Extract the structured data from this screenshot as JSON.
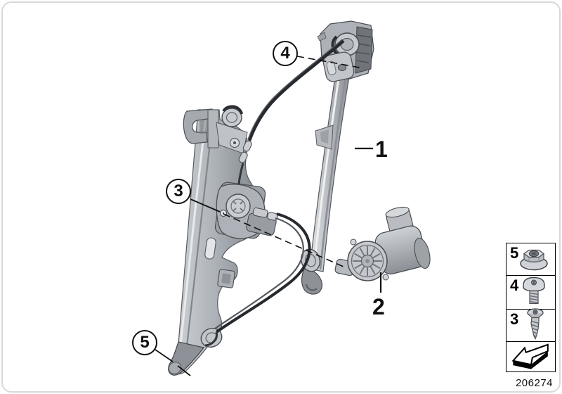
{
  "callouts": {
    "c1": {
      "label": "1"
    },
    "c2": {
      "label": "2"
    },
    "c3": {
      "label": "3"
    },
    "c4": {
      "label": "4"
    },
    "c5": {
      "label": "5"
    }
  },
  "legend": {
    "items": [
      {
        "number": "5",
        "icon": "flange-nut-icon"
      },
      {
        "number": "4",
        "icon": "pan-head-screw-icon"
      },
      {
        "number": "3",
        "icon": "self-tapping-screw-icon"
      },
      {
        "number": "",
        "icon": "direction-arrow-icon"
      }
    ]
  },
  "footer": {
    "diagram_number": "206274"
  },
  "colors": {
    "outline": "#4a4e53",
    "metal_light": "#d8dbde",
    "metal_dark": "#83878d",
    "cable": "#26292d",
    "callout_ink": "#111111"
  }
}
